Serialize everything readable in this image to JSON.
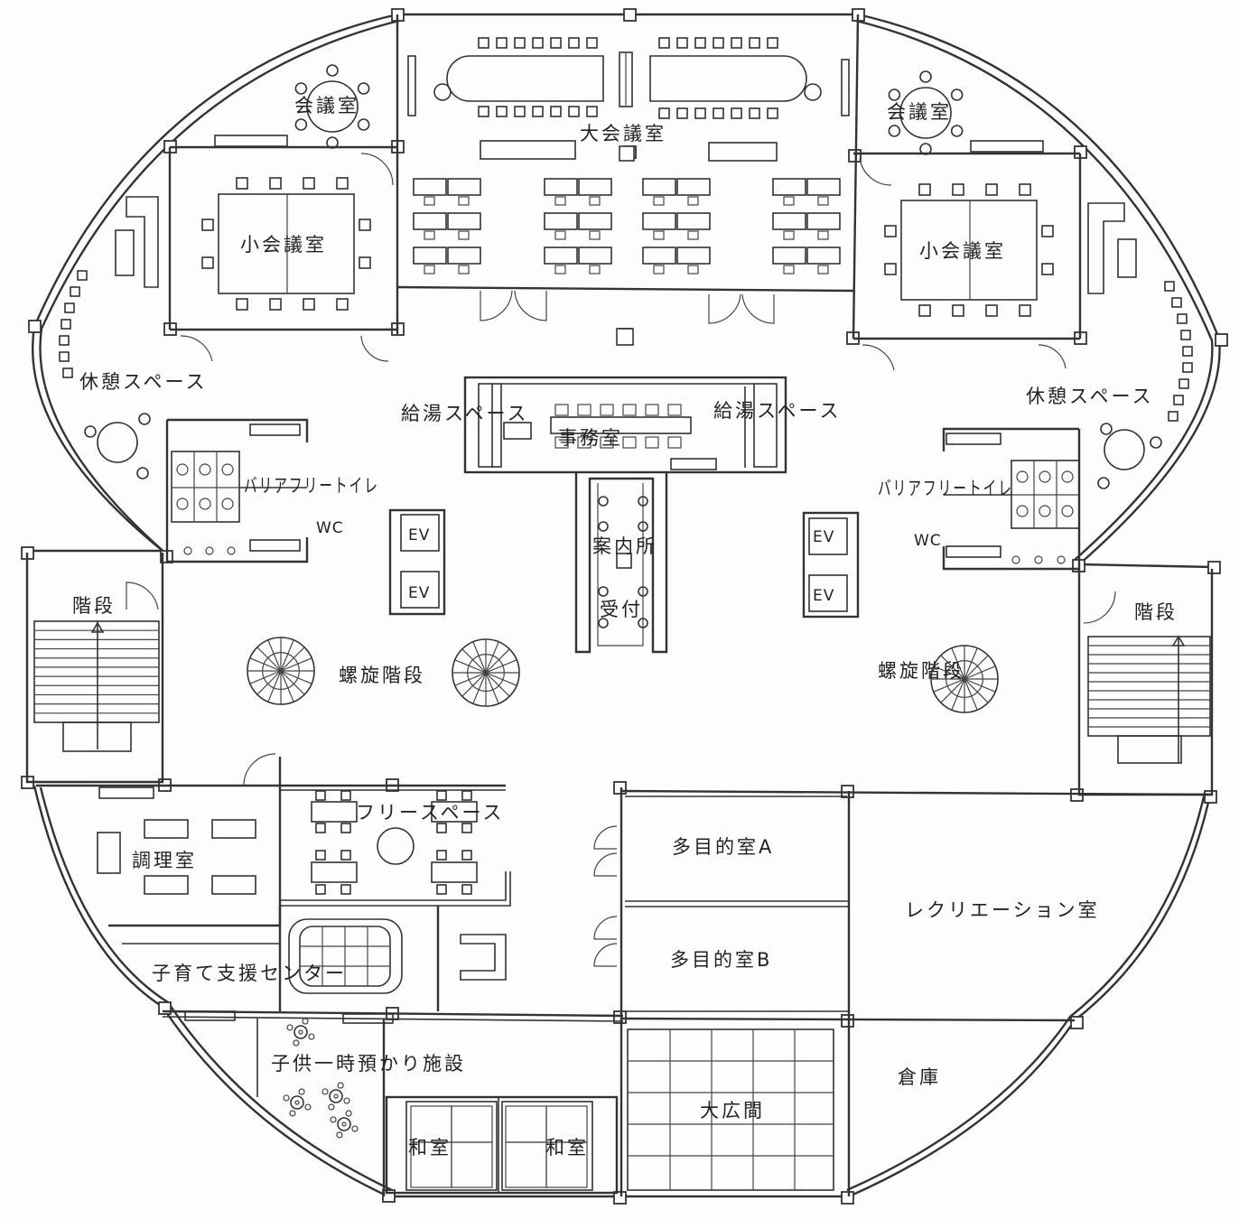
{
  "rooms": {
    "large_conference": "大会議室",
    "conf_left": "会議室",
    "conf_right": "会議室",
    "small_conf_left": "小会議室",
    "small_conf_right": "小会議室",
    "lounge_left": "休憩スペース",
    "lounge_right": "休憩スペース",
    "pantry_left": "給湯スペース",
    "pantry_right": "給湯スペース",
    "office": "事務室",
    "barrierfree_left": "バリアフリートイレ",
    "barrierfree_right": "バリアフリートイレ",
    "wc_left": "WC",
    "wc_right": "WC",
    "ev": [
      "EV",
      "EV",
      "EV",
      "EV"
    ],
    "info": "案内所",
    "reception": "受付",
    "stairs_left": "階段",
    "stairs_right": "階段",
    "spiral_left": "螺旋階段",
    "spiral_right": "螺旋階段",
    "free_space": "フリースペース",
    "kitchen": "調理室",
    "multi_a": "多目的室A",
    "multi_b": "多目的室B",
    "recreation": "レクリエーション室",
    "childcare": "子育て支援センター",
    "temp_care": "子供一時預かり施設",
    "japanese_1": "和室",
    "japanese_2": "和室",
    "hall": "大広間",
    "storage": "倉庫"
  },
  "colors": {
    "line": "#333333",
    "paper": "#fdfdfb"
  }
}
